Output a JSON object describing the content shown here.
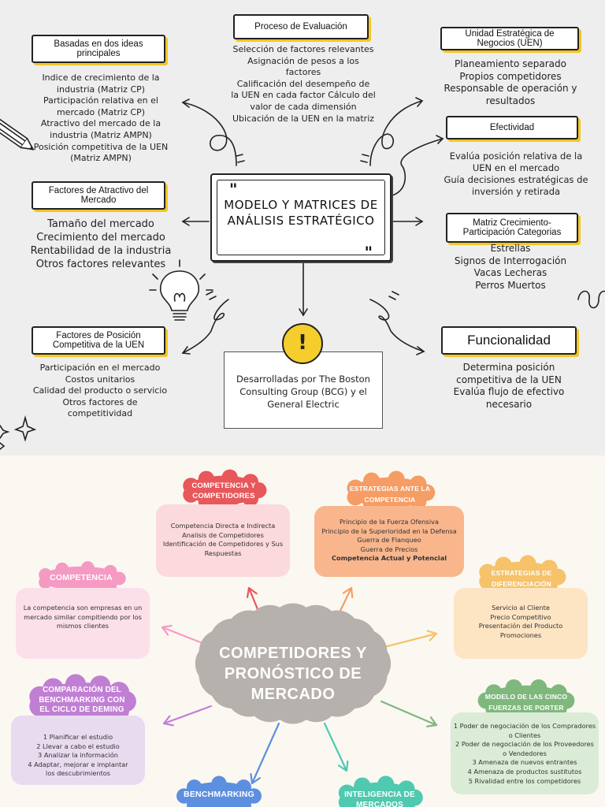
{
  "colors": {
    "top_bg": "#eeeeee",
    "bottom_bg": "#fbf8f2",
    "accent_yellow": "#f3c623",
    "pink": "#f59ac2",
    "red": "#e8575a",
    "orange": "#f59d64",
    "yellow": "#f6c26a",
    "green": "#7fb87d",
    "purple": "#c17fd4",
    "blue": "#5c8fe0",
    "teal": "#4fc9b0",
    "grey": "#b6b1ac"
  },
  "top": {
    "center": {
      "title": "Modelo y Matrices de Análisis Estratégico"
    },
    "basadas": {
      "title": "Basadas en dos ideas principales",
      "items": [
        "Indice de crecimiento de la",
        "industria (Matriz CP)",
        "Participación relativa en el",
        "mercado (Matriz CP)",
        "Atractivo del mercado de la",
        "industria (Matriz AMPN)",
        "Posición competitiva de la UEN",
        "(Matriz AMPN)"
      ]
    },
    "proceso": {
      "title": "Proceso de Evaluación",
      "items": [
        "Selección de factores relevantes",
        "Asignación de pesos a los",
        "factores",
        "Calificación del desempeño de",
        "la UEN en cada factor Cálculo del",
        "valor de cada dimensión",
        "Ubicación de la UEN en la matriz"
      ]
    },
    "unidad": {
      "title": "Unidad Estratégica de Negocios (UEN)",
      "items": [
        "Planeamiento separado",
        "Propios competidores",
        "Responsable de operación y",
        "resultados"
      ]
    },
    "efectividad": {
      "title": "Efectividad",
      "items": [
        "Evalúa posición relativa de la",
        "UEN en el mercado",
        "Guía decisiones estratégicas de",
        "inversión y retirada"
      ]
    },
    "atractivo": {
      "title": "Factores de Atractivo del Mercado",
      "items": [
        "Tamaño del mercado",
        "Crecimiento del mercado",
        "Rentabilidad de la industria",
        "Otros factores relevantes"
      ]
    },
    "matriz": {
      "title": "Matriz Crecimiento-Participación Categorias",
      "items": [
        "Estrellas",
        "Signos de Interrogación",
        "Vacas Lecheras",
        "Perros Muertos"
      ]
    },
    "posicion": {
      "title": "Factores de Posición Competitiva de la UEN",
      "items": [
        "Participación en el mercado",
        "Costos unitarios",
        "Calidad del producto o servicio",
        "Otros factores de",
        "competitividad"
      ]
    },
    "funcionalidad": {
      "title": "Funcionalidad",
      "items": [
        "Determina posición",
        "competitiva de la UEN",
        "Evalúa flujo de efectivo",
        "necesario"
      ]
    },
    "bcg": {
      "text": "Desarrolladas por The Boston Consulting Group (BCG) y el General Electric"
    }
  },
  "bottom": {
    "center": {
      "title": "COMPETIDORES Y PRONÓSTICO DE MERCADO"
    },
    "competencia_competidores": {
      "title": "COMPETENCIA Y COMPETIDORES",
      "items": [
        "Competencia Directa e Indirecta",
        "Analisis de Competidores",
        "Identificación de Competidores y Sus",
        "Respuestas"
      ]
    },
    "estrategias_competencia": {
      "title": "ESTRATEGIAS ANTE LA COMPETENCIA",
      "items": [
        "Principio de la Fuerza Ofensiva",
        "Principio de la Superioridad en la Defensa",
        "Guerra de Flanqueo",
        "Guerra de Precios",
        "Competencia Actual y Potencial"
      ]
    },
    "competencia": {
      "title": "COMPETENCIA",
      "items": [
        "La competencia son empresas en un",
        "mercado similar compitiendo por los",
        "mismos clientes"
      ]
    },
    "diferenciacion": {
      "title": "ESTRATEGIAS DE DIFERENCIACIÓN",
      "items": [
        "Servicio al Cliente",
        "Precio Competitivo",
        "Presentación del Producto",
        "Promociones"
      ]
    },
    "benchmarking_ciclo": {
      "title": "COMPARACIÓN DEL BENCHMARKING CON EL CICLO DE DEMING",
      "items": [
        "1 Planificar el estudio",
        "2 Llevar a cabo el estudio",
        "3 Analizar la información",
        "4 Adaptar, mejorar e implantar",
        "los descubrimientos"
      ]
    },
    "porter": {
      "title": "MODELO DE LAS CINCO FUERZAS DE PORTER",
      "items": [
        "1 Poder de negociación de los Compradores",
        "o Clientes",
        "2 Poder de negociación de los Proveedores",
        "o Vendedores",
        "3 Amenaza de nuevos entrantes",
        "4 Amenaza de productos sustitutos",
        "5 Rivalidad entre los competidores"
      ]
    },
    "benchmarking": {
      "title": "BENCHMARKING"
    },
    "inteligencia": {
      "title": "INTELIGENCIA DE MERCADOS"
    }
  }
}
